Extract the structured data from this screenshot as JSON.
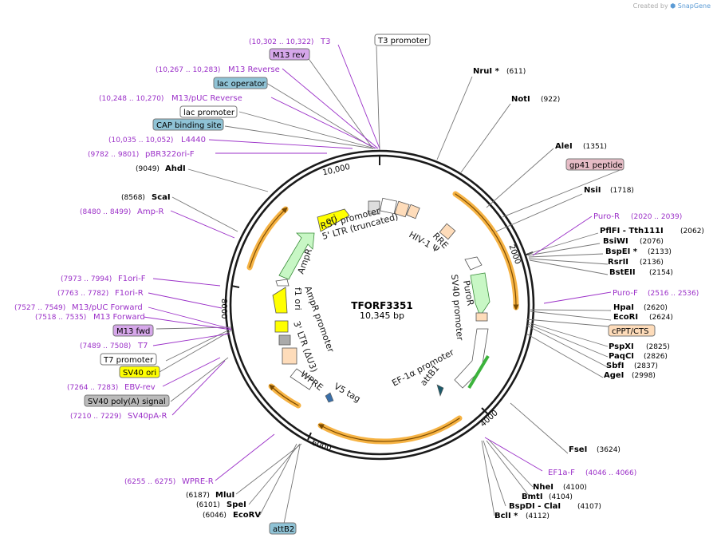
{
  "watermark": {
    "prefix": "Created by",
    "brand": "SnapGene"
  },
  "plasmid": {
    "name": "TFORF3351",
    "size_label": "10,345 bp",
    "length": 10345
  },
  "colors": {
    "enzyme_line": "#777777",
    "primer": "#9b30c8",
    "orf_fill": "#c8f7c5",
    "orf_stroke": "#3a8c3a",
    "ori_fill": "#ffff00",
    "ltr_fill": "#fedcba",
    "feature_fill": "#ffffff",
    "highlight": "#f5a623"
  },
  "ticks": [
    {
      "label": "2000",
      "pos": 2000
    },
    {
      "label": "4000",
      "pos": 4000
    },
    {
      "label": "6000",
      "pos": 6000
    },
    {
      "label": "8000",
      "pos": 8000
    },
    {
      "label": "10,000",
      "pos": 10000
    }
  ],
  "enzymes": [
    {
      "name": "NruI *",
      "coord": "(611)"
    },
    {
      "name": "NotI",
      "coord": "(922)"
    },
    {
      "name": "AleI",
      "coord": "(1351)"
    },
    {
      "name": "NsiI",
      "coord": "(1718)"
    },
    {
      "name": "PflFI - Tth111I",
      "coord": "(2062)"
    },
    {
      "name": "BsiWI",
      "coord": "(2076)"
    },
    {
      "name": "BspEI *",
      "coord": "(2133)"
    },
    {
      "name": "RsrII",
      "coord": "(2136)"
    },
    {
      "name": "BstEII",
      "coord": "(2154)"
    },
    {
      "name": "HpaI",
      "coord": "(2620)"
    },
    {
      "name": "EcoRI",
      "coord": "(2624)"
    },
    {
      "name": "PspXI",
      "coord": "(2825)"
    },
    {
      "name": "PaqCI",
      "coord": "(2826)"
    },
    {
      "name": "SbfI",
      "coord": "(2837)"
    },
    {
      "name": "AgeI",
      "coord": "(2998)"
    },
    {
      "name": "FseI",
      "coord": "(3624)"
    },
    {
      "name": "NheI",
      "coord": "(4100)"
    },
    {
      "name": "BmtI",
      "coord": "(4104)"
    },
    {
      "name": "BspDI - ClaI",
      "coord": "(4107)"
    },
    {
      "name": "BclI *",
      "coord": "(4112)"
    },
    {
      "name": "EcoRV",
      "coord": "(6046)"
    },
    {
      "name": "SpeI",
      "coord": "(6101)"
    },
    {
      "name": "MluI",
      "coord": "(6187)"
    },
    {
      "name": "AhdI",
      "coord": "(9049)"
    },
    {
      "name": "ScaI",
      "coord": "(8568)"
    }
  ],
  "primers": [
    {
      "name": "T3",
      "coord": "(10,302 .. 10,322)"
    },
    {
      "name": "M13 Reverse",
      "coord": "(10,267 .. 10,283)"
    },
    {
      "name": "M13/pUC Reverse",
      "coord": "(10,248 .. 10,270)"
    },
    {
      "name": "L4440",
      "coord": "(10,035 .. 10,052)"
    },
    {
      "name": "pBR322ori-F",
      "coord": "(9782 .. 9801)"
    },
    {
      "name": "Amp-R",
      "coord": "(8480 .. 8499)"
    },
    {
      "name": "F1ori-F",
      "coord": "(7973 .. 7994)"
    },
    {
      "name": "F1ori-R",
      "coord": "(7763 .. 7782)"
    },
    {
      "name": "M13/pUC Forward",
      "coord": "(7527 .. 7549)"
    },
    {
      "name": "M13 Forward",
      "coord": "(7518 .. 7535)"
    },
    {
      "name": "T7",
      "coord": "(7489 .. 7508)"
    },
    {
      "name": "EBV-rev",
      "coord": "(7264 .. 7283)"
    },
    {
      "name": "SV40pA-R",
      "coord": "(7210 .. 7229)"
    },
    {
      "name": "Puro-R",
      "coord": "(2020 .. 2039)"
    },
    {
      "name": "Puro-F",
      "coord": "(2516 .. 2536)"
    },
    {
      "name": "EF1a-F",
      "coord": "(4046 .. 4066)"
    },
    {
      "name": "WPRE-R",
      "coord": "(6255 .. 6275)"
    }
  ],
  "feature_boxes": [
    {
      "name": "T3 promoter",
      "kind": "promoter"
    },
    {
      "name": "M13 rev",
      "kind": "primer_bind"
    },
    {
      "name": "lac operator",
      "kind": "protein_bind"
    },
    {
      "name": "lac promoter",
      "kind": "promoter"
    },
    {
      "name": "CAP binding site",
      "kind": "protein_bind"
    },
    {
      "name": "gp41 peptide",
      "kind": "peptide"
    },
    {
      "name": "cPPT/CTS",
      "kind": "ltr"
    },
    {
      "name": "M13 fwd",
      "kind": "primer_bind"
    },
    {
      "name": "T7 promoter",
      "kind": "promoter"
    },
    {
      "name": "SV40 ori",
      "kind": "ori"
    },
    {
      "name": "SV40 poly(A) signal",
      "kind": "terminator"
    },
    {
      "name": "attB2",
      "kind": "protein_bind"
    }
  ],
  "inner_labels": [
    {
      "name": "ori"
    },
    {
      "name": "RSV promoter"
    },
    {
      "name": "5' LTR (truncated)"
    },
    {
      "name": "HIV-1 Ψ"
    },
    {
      "name": "RRE"
    },
    {
      "name": "AmpR"
    },
    {
      "name": "AmpR promoter"
    },
    {
      "name": "f1 ori"
    },
    {
      "name": "3' LTR (ΔU3)"
    },
    {
      "name": "WPRE"
    },
    {
      "name": "V5 tag"
    },
    {
      "name": "PuroR"
    },
    {
      "name": "SV40 promoter"
    },
    {
      "name": "EF-1α promoter"
    },
    {
      "name": "attB1"
    }
  ]
}
